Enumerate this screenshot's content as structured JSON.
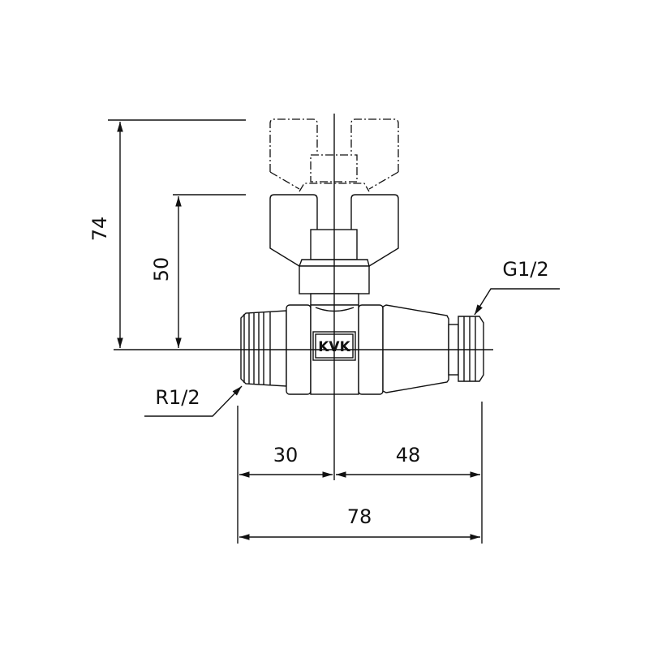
{
  "brand": "KVK",
  "dimensions": {
    "height_total": "74",
    "height_handle": "50",
    "left_length": "30",
    "right_length": "48",
    "total_length": "78"
  },
  "threads": {
    "inlet": "R1/2",
    "outlet": "G1/2"
  }
}
